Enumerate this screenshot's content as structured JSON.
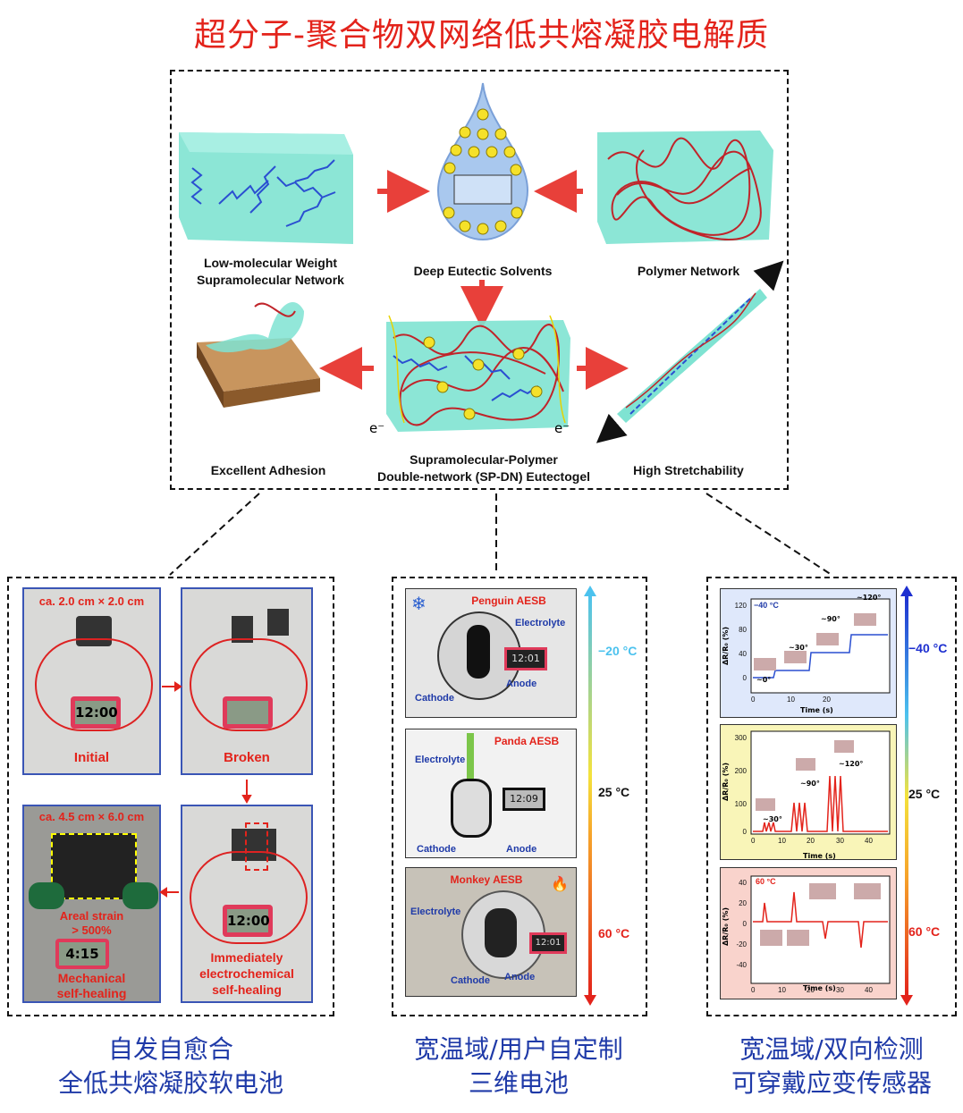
{
  "title": "超分子-聚合物双网络低共熔凝胶电解质",
  "top": {
    "low_mol_1": "Low-molecular Weight",
    "low_mol_2": "Supramolecular Network",
    "des": "Deep Eutectic Solvents",
    "polymer": "Polymer Network",
    "sp_dn_1": "Supramolecular-Polymer",
    "sp_dn_2": "Double-network (SP-DN) Eutectogel",
    "adhesion": "Excellent  Adhesion",
    "stretch": "High Stretchability",
    "electron": "e⁻"
  },
  "left": {
    "size_1": "ca. 2.0 cm × 2.0 cm",
    "size_2": "ca. 4.5 cm × 6.0 cm",
    "initial": "Initial",
    "broken": "Broken",
    "immediate_1": "Immediately",
    "immediate_2": "electrochemical",
    "immediate_3": "self-healing",
    "areal_1": "Areal strain",
    "areal_2": "> 500%",
    "mech_1": "Mechanical",
    "mech_2": "self-healing",
    "display_1": "12:00",
    "display_2": "4:15"
  },
  "middle": {
    "penguin": "Penguin AESB",
    "panda": "Panda AESB",
    "monkey": "Monkey AESB",
    "electrolyte": "Electrolyte",
    "anode": "Anode",
    "cathode": "Cathode",
    "t_cold": "−20 °C",
    "t_room": "25 °C",
    "t_hot": "60 °C",
    "display_1": "12:01",
    "display_2": "12:09",
    "display_3": "12:01"
  },
  "right": {
    "t_cold": "−40 °C",
    "t_room": "25 °C",
    "t_hot": "60 °C",
    "ylabel": "ΔR/R₀ (%)",
    "xlabel": "Time (s)",
    "p1_temp": "−40 °C",
    "p3_temp": "60 °C",
    "a0": "~0°",
    "a30": "~30°",
    "a90": "~90°",
    "a120": "~120°"
  },
  "captions": {
    "left_1": "自发自愈合",
    "left_2": "全低共熔凝胶软电池",
    "mid_1": "宽温域/用户自定制",
    "mid_2": "三维电池",
    "right_1": "宽温域/双向检测",
    "right_2": "可穿戴应变传感器"
  }
}
